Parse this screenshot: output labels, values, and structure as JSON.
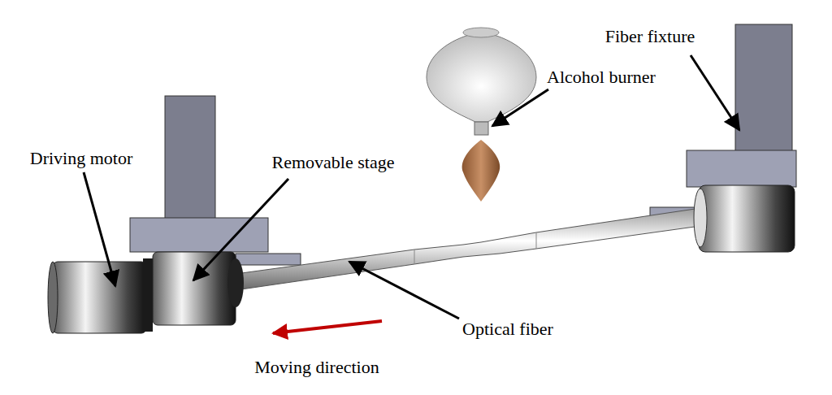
{
  "diagram": {
    "labels": [
      "Driving motor",
      "Removable stage",
      "Alcohol burner",
      "Fiber fixture",
      "Optical fiber",
      "Moving direction"
    ]
  }
}
